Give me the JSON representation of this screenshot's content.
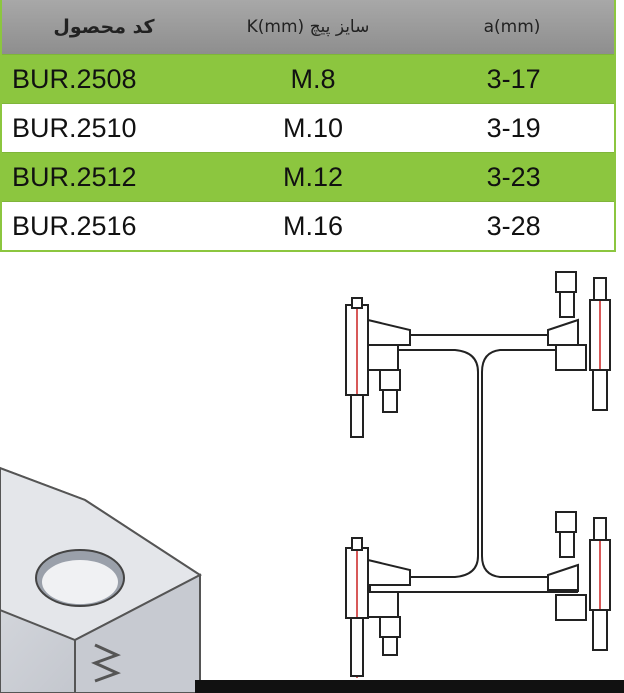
{
  "table": {
    "headers": [
      "کد محصول",
      "K(mm) سایز پیچ",
      "a(mm)"
    ],
    "rows": [
      {
        "code": "BUR.2508",
        "size": "M.8",
        "range": "3-17"
      },
      {
        "code": "BUR.2510",
        "size": "M.10",
        "range": "3-19"
      },
      {
        "code": "BUR.2512",
        "size": "M.12",
        "range": "3-23"
      },
      {
        "code": "BUR.2516",
        "size": "M.16",
        "range": "3-28"
      }
    ]
  },
  "colors": {
    "green": "#8cc63f",
    "header": "#9a9a9a"
  }
}
